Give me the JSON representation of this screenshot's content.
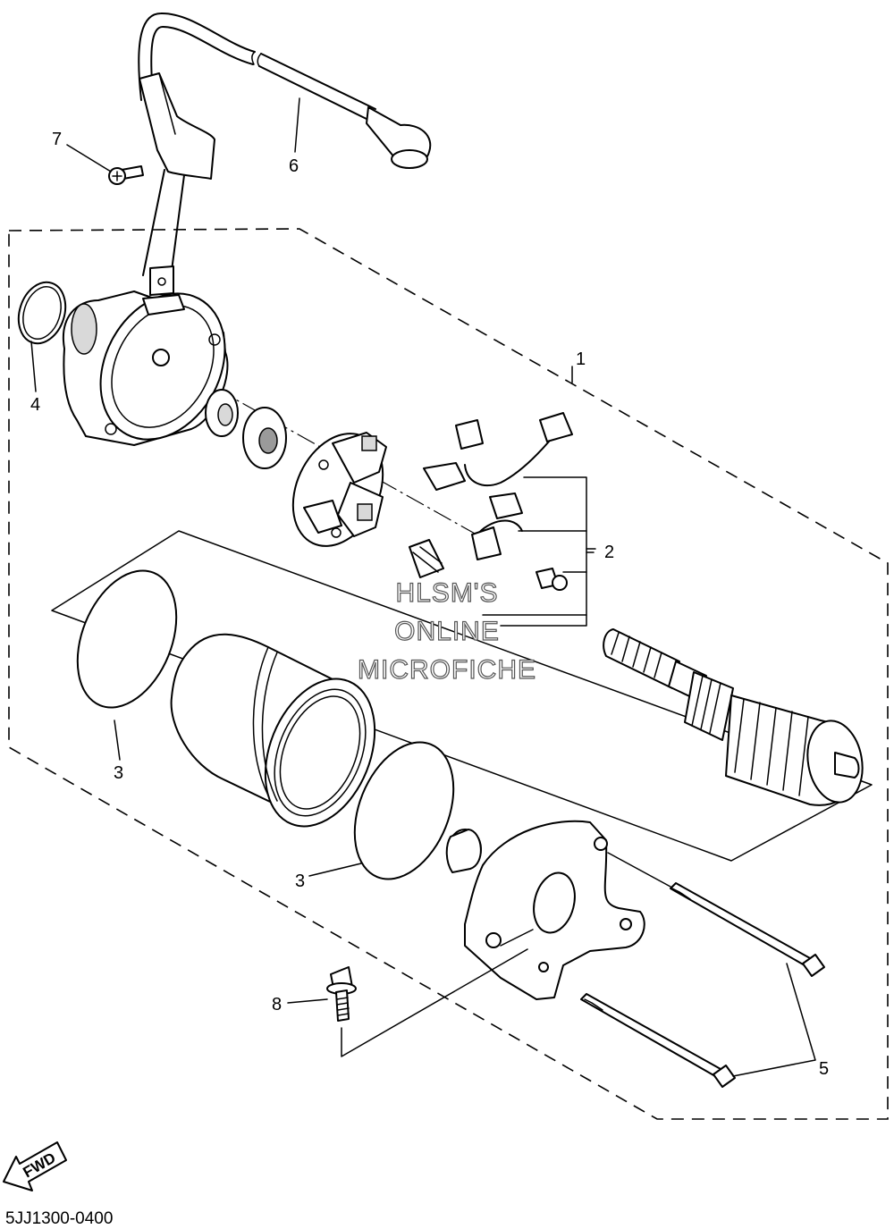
{
  "callouts": {
    "c1": "1",
    "c2": "2",
    "c3a": "3",
    "c3b": "3",
    "c4": "4",
    "c5": "5",
    "c6": "6",
    "c7": "7",
    "c8": "8"
  },
  "watermark": {
    "line1": "HLSM'S",
    "line2": "ONLINE",
    "line3": "MICROFICHE"
  },
  "fwd_label": "FWD",
  "diagram_code": "5JJ1300-0400"
}
